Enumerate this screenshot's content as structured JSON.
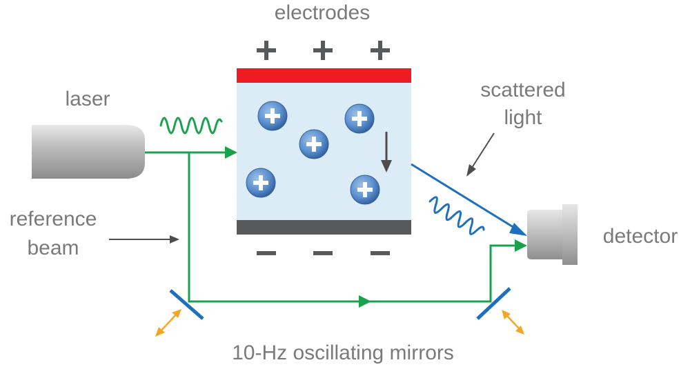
{
  "labels": {
    "electrodes": "electrodes",
    "laser": "laser",
    "scattered_line1": "scattered",
    "scattered_line2": "light",
    "reference_line1": "reference",
    "reference_line2": "beam",
    "detector": "detector",
    "mirrors": "10-Hz oscillating mirrors"
  },
  "symbols": {
    "plus": "+",
    "minus": "−"
  },
  "colors": {
    "text": "#7a7a7a",
    "laser_beam": "#1aa14b",
    "scattered": "#1f6fbf",
    "positive_electrode": "#ed1c24",
    "negative_electrode": "#58595b",
    "sample_cell": "#dcecf7",
    "ion": "#4a7fc1",
    "mirror": "#1f6fbf",
    "mirror_motion": "#f5a623",
    "pointer_arrow": "#4d4d4d"
  },
  "icons": {
    "laser": "laser-icon",
    "detector": "detector-icon",
    "mirror": "mirror-icon",
    "ion": "positive-ion-icon"
  }
}
